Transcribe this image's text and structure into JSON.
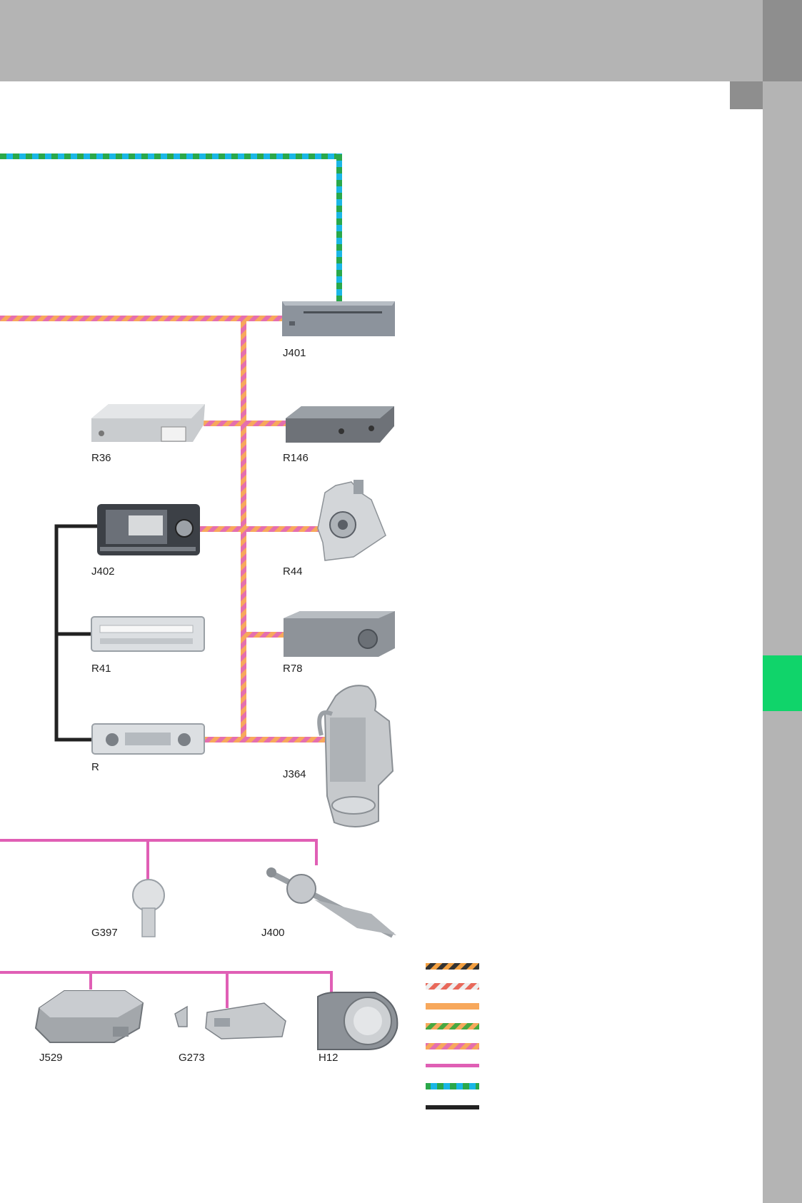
{
  "colors": {
    "header": "#b4b4b4",
    "tab_dark": "#8e8e8e",
    "tab_green": "#10d46a",
    "bus_orange": "#f7a85c",
    "bus_pink": "#e05fb5",
    "bus_green": "#2aa84a",
    "bus_cyan": "#1ab6e6",
    "wire_black": "#222222"
  },
  "components": {
    "J401": "J401",
    "R36": "R36",
    "R146": "R146",
    "J402": "J402",
    "R44": "R44",
    "R41": "R41",
    "R78": "R78",
    "R": "R",
    "J364": "J364",
    "G397": "G397",
    "J400": "J400",
    "J529": "J529",
    "G273": "G273",
    "H12": "H12"
  },
  "legend": [
    {
      "icon": "orange-black-stripe"
    },
    {
      "icon": "red-white-stripe"
    },
    {
      "icon": "orange-solid"
    },
    {
      "icon": "orange-green-stripe"
    },
    {
      "icon": "orange-pink-stripe"
    },
    {
      "icon": "pink-solid"
    },
    {
      "icon": "cyan-green-dash"
    },
    {
      "icon": "black-solid"
    }
  ]
}
